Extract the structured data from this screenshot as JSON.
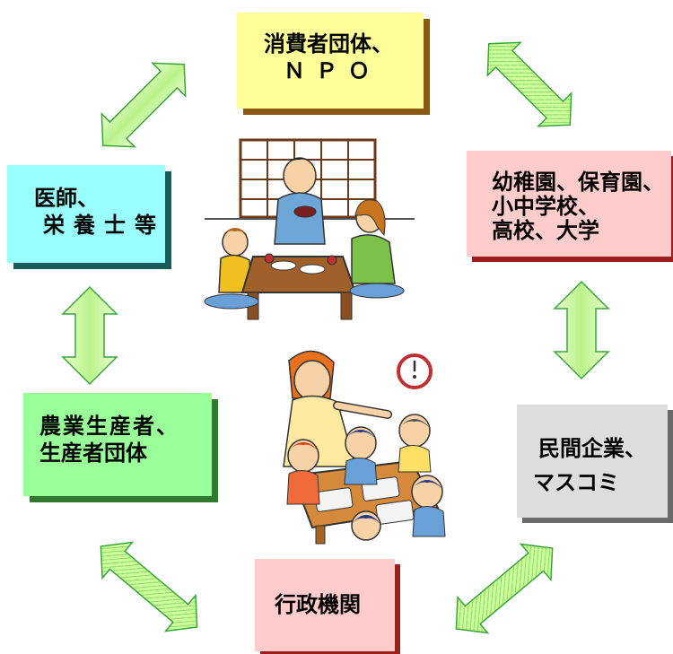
{
  "nodes": {
    "consumer_groups": {
      "line1": "消費者団体、",
      "line2": "ＮＰＯ"
    },
    "schools": {
      "line1": "幼稚園、保育園、",
      "line2": "小中学校、",
      "line3": "高校、大学"
    },
    "doctors": {
      "line1": "医師、",
      "line2": "栄養士等"
    },
    "farmers": {
      "line1": "農業生産者、",
      "line2": "生産者団体"
    },
    "companies": {
      "line1": "民間企業、",
      "line2": "マスコミ"
    },
    "administration": {
      "line1": "行政機関"
    }
  },
  "connections": [
    {
      "from": "consumer_groups",
      "to": "schools"
    },
    {
      "from": "schools",
      "to": "companies"
    },
    {
      "from": "companies",
      "to": "administration"
    },
    {
      "from": "administration",
      "to": "farmers"
    },
    {
      "from": "farmers",
      "to": "doctors"
    },
    {
      "from": "doctors",
      "to": "consumer_groups"
    }
  ],
  "illustrations": [
    "family-meal-clipart",
    "school-lunch-clipart"
  ],
  "colors": {
    "arrow_fill": "#ccff99",
    "arrow_stroke": "#33aa33",
    "consumer_box": "#ffff99",
    "school_box": "#ffcccc",
    "doctor_box": "#99ffff",
    "farmer_box": "#99ff99",
    "company_box": "#dddddd",
    "gov_box": "#ffcccc"
  }
}
